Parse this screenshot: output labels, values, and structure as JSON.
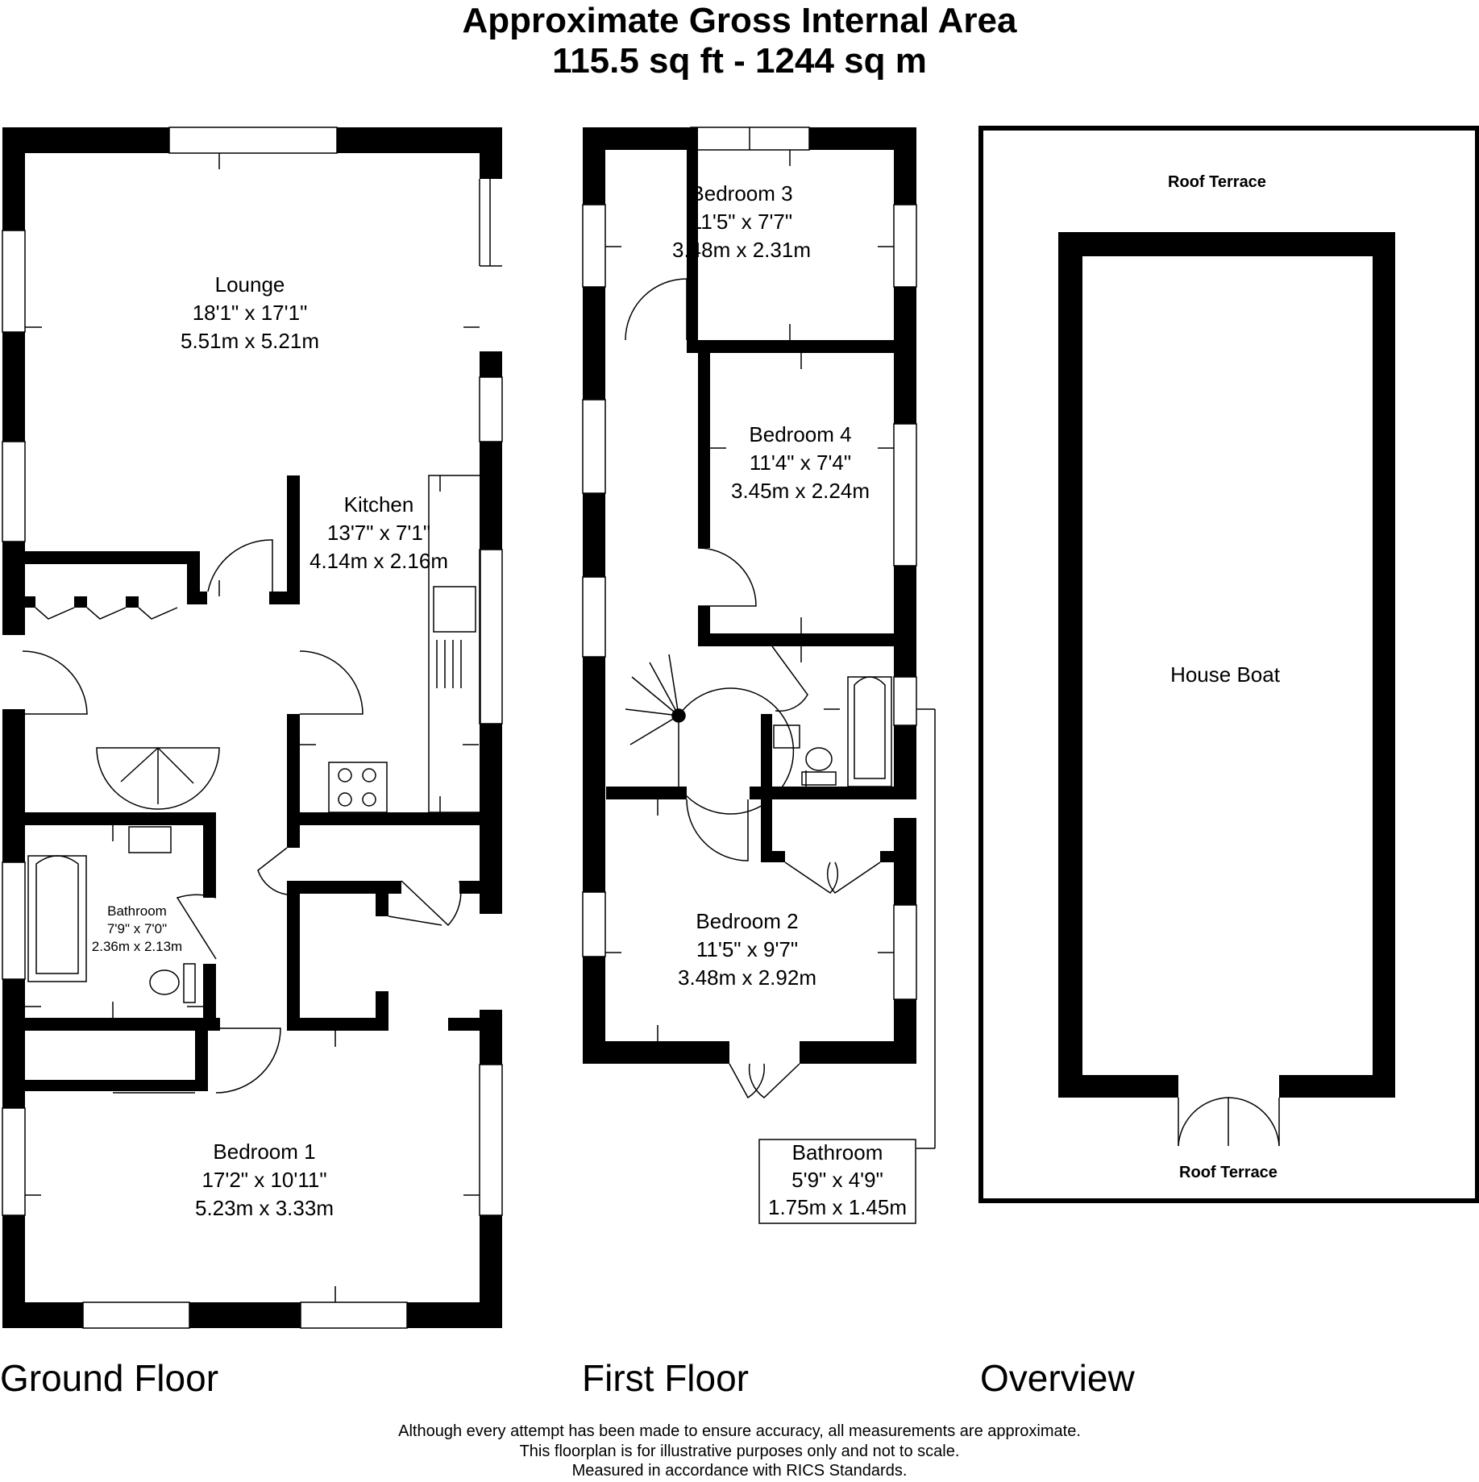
{
  "header": {
    "title": "Approximate Gross Internal Area",
    "area": "115.5 sq ft - 1244 sq m"
  },
  "ground_floor": {
    "label": "Ground Floor",
    "lounge": {
      "name": "Lounge",
      "imperial": "18'1\" x 17'1\"",
      "metric": "5.51m x 5.21m"
    },
    "kitchen": {
      "name": "Kitchen",
      "imperial": "13'7\" x 7'1\"",
      "metric": "4.14m x 2.16m"
    },
    "bathroom": {
      "name": "Bathroom",
      "imperial": "7'9\" x 7'0\"",
      "metric": "2.36m x 2.13m"
    },
    "bedroom1": {
      "name": "Bedroom 1",
      "imperial": "17'2\" x 10'11\"",
      "metric": "5.23m x 3.33m"
    }
  },
  "first_floor": {
    "label": "First Floor",
    "bedroom3": {
      "name": "Bedroom 3",
      "imperial": "11'5\" x 7'7\"",
      "metric": "3.48m x 2.31m"
    },
    "bedroom4": {
      "name": "Bedroom 4",
      "imperial": "11'4\" x 7'4\"",
      "metric": "3.45m x 2.24m"
    },
    "bedroom2": {
      "name": "Bedroom 2",
      "imperial": "11'5\" x 9'7\"",
      "metric": "3.48m x 2.92m"
    },
    "bathroom": {
      "name": "Bathroom",
      "imperial": "5'9\" x 4'9\"",
      "metric": "1.75m x 1.45m"
    }
  },
  "overview": {
    "label": "Overview",
    "roof_terrace_top": "Roof Terrace",
    "house_boat": "House Boat",
    "roof_terrace_bottom": "Roof Terrace"
  },
  "disclaimer": {
    "line1": "Although every attempt has been made to ensure accuracy, all measurements are approximate.",
    "line2": "This floorplan is for illustrative purposes only and not to scale.",
    "line3": "Measured in accordance with RICS Standards."
  }
}
